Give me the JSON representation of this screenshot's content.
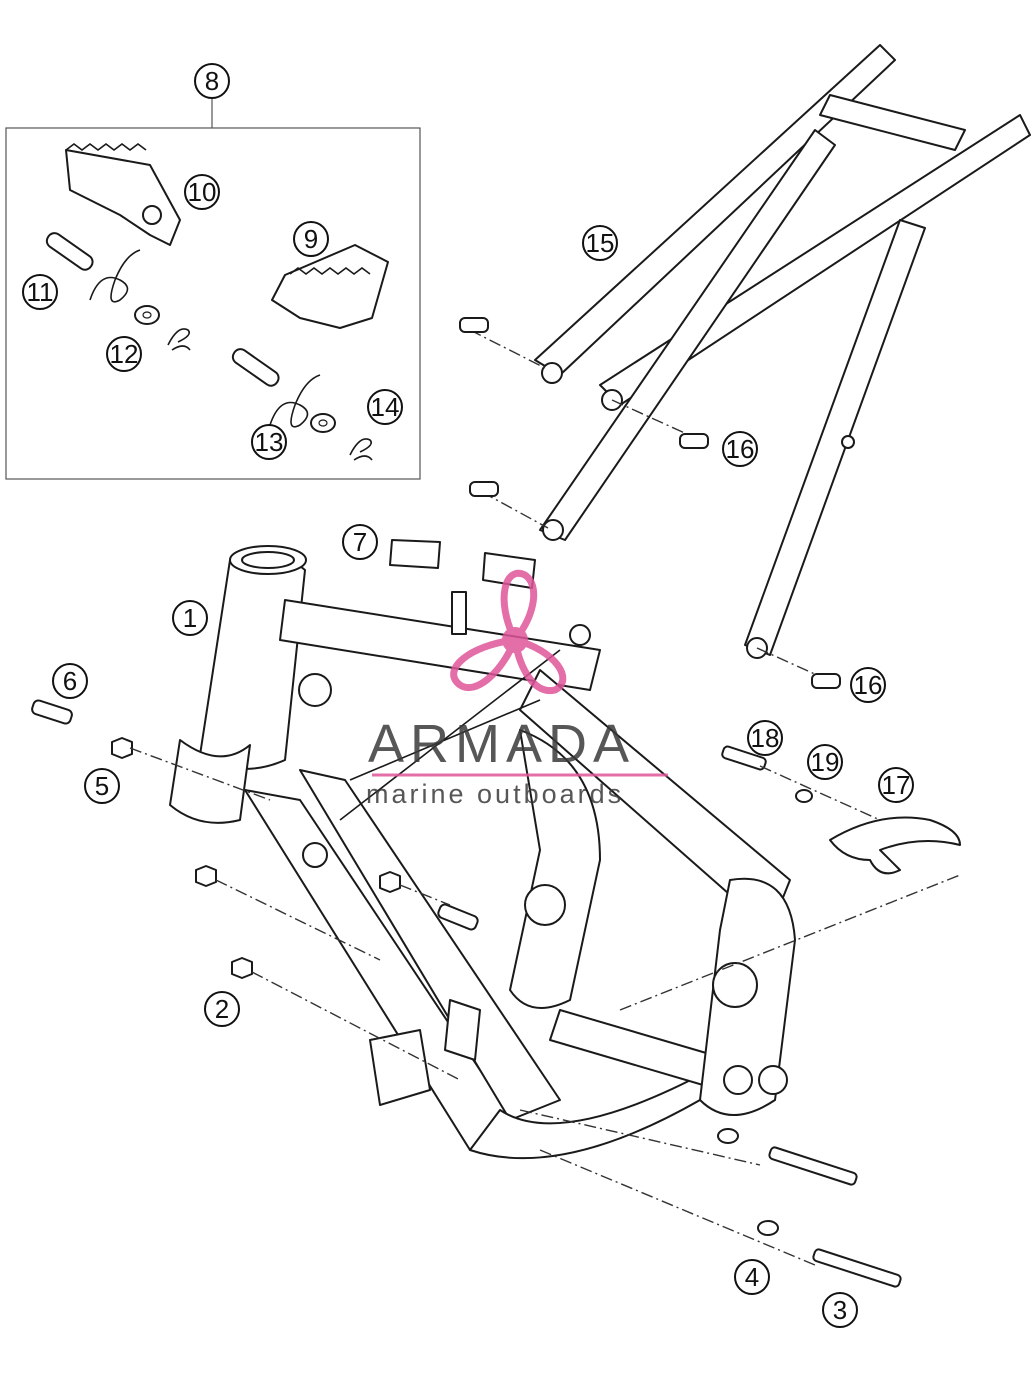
{
  "callouts": [
    "1",
    "2",
    "3",
    "4",
    "5",
    "6",
    "7",
    "8",
    "9",
    "10",
    "11",
    "12",
    "13",
    "14",
    "15",
    "16",
    "16",
    "17",
    "18",
    "19"
  ],
  "watermark": {
    "title": "ARMADA",
    "subtitle": "marine outboards",
    "logo_icon": "propeller-logo-icon",
    "accent_color": "#e0559a",
    "text_color": "#3a3a3a"
  }
}
